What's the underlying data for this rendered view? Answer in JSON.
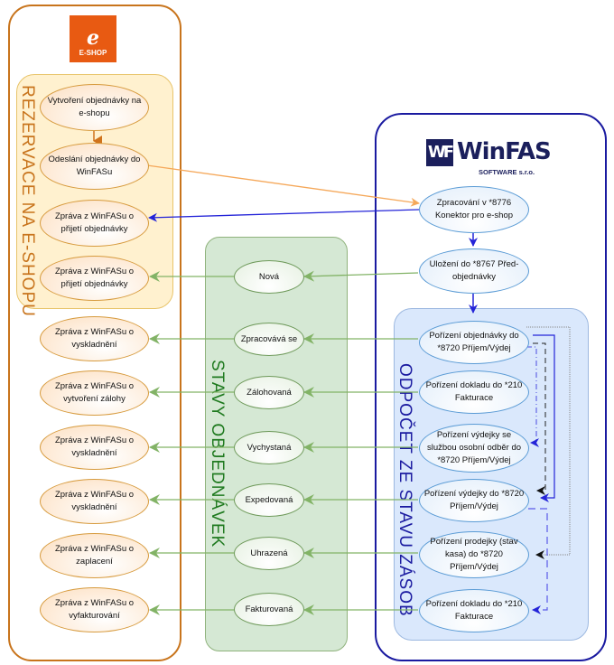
{
  "eshop": {
    "logo_text": "E-SHOP",
    "logo_glyph": "e",
    "logo_color": "#e85a12",
    "border_color": "#c8741c"
  },
  "rezervace": {
    "label": "REZERVACE NA  E-SHOPU",
    "nodes": [
      "Vytvoření objednávky na e-shopu",
      "Odeslání objednávky do WinFASu",
      "Zpráva z WinFASu o přijetí objednávky",
      "Zpráva z WinFASu o přijetí objednávky"
    ]
  },
  "eshop_messages": [
    "Zpráva  z WinFASu o vyskladnění",
    "Zpráva z WinFASu o vytvoření zálohy",
    "Zpráva  z WinFASu o vyskladnění",
    "Zpráva  z WinFASu o vyskladnění",
    "Zpráva z WinFASu o zaplacení",
    "Zpráva z WinFASu o vyfakturování"
  ],
  "stavy": {
    "label": "STAVY OBJEDNÁVEK",
    "nodes": [
      "Nová",
      "Zpracovává se",
      "Zálohovaná",
      "Vychystaná",
      "Expedovaná",
      "Uhrazená",
      "Fakturovaná"
    ]
  },
  "winfas": {
    "logo_mark": "WF",
    "logo_name": "WinFAS",
    "logo_sub": "SOFTWARE s.r.o.",
    "border_color": "#1a1aa0",
    "nodes": [
      "Zpracování v *8776 Konektor pro e-shop",
      "Uložení do *8767 Před-objednávky"
    ]
  },
  "odpocet": {
    "label": "ODPOČET ZE STAVU ZÁSOB",
    "nodes": [
      "Pořízení objednávky do *8720 Příjem/Výdej",
      "Pořízení dokladu do *210 Fakturace",
      "Pořízení výdejky se službou osobní odběr do *8720 Příjem/Výdej",
      "Pořízení výdejky  do *8720 Příjem/Výdej",
      "Pořízení prodejky (stav kasa) do *8720 Příjem/Výdej",
      "Pořízení dokladu do *210 Fakturace"
    ]
  },
  "colors": {
    "orange_arrow": "#f5a85a",
    "blue_arrow": "#2424d8",
    "green_arrow": "#82b366",
    "stavy_text": "#1f7a1f"
  }
}
